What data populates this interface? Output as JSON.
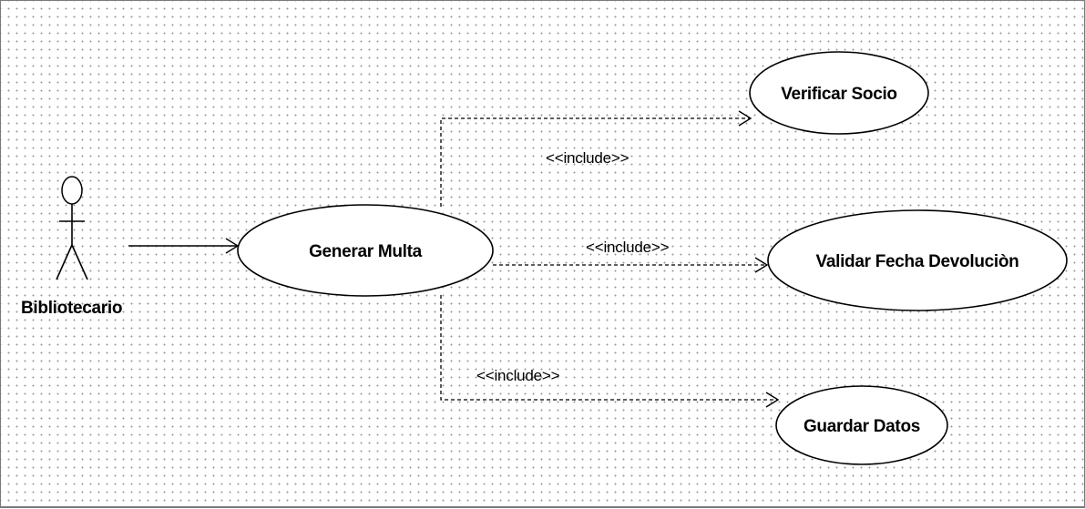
{
  "diagram": {
    "actor": {
      "name": "Bibliotecario"
    },
    "use_cases": {
      "main": "Generar Multa",
      "verify": "Verificar Socio",
      "validate": "Validar Fecha Devoluciòn",
      "save": "Guardar Datos"
    },
    "relations": {
      "include_verify": "<<include>>",
      "include_validate": "<<include>>",
      "include_save": "<<include>>"
    }
  }
}
